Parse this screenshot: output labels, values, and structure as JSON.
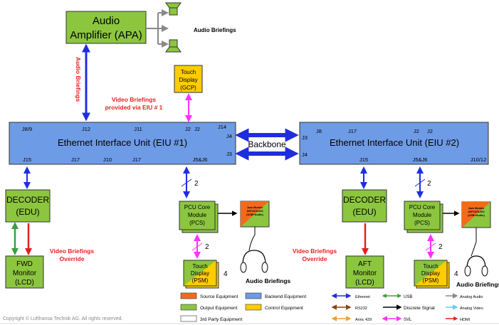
{
  "colors": {
    "source": "#f26b1d",
    "backend": "#6e9be6",
    "output": "#8cc63f",
    "control": "#ffcc00",
    "ethernet": "#1f2de0",
    "usb": "#3aa03a",
    "rs232": "#8b4513",
    "discrete": "#000000",
    "arinc": "#f0a030",
    "svl": "#ff33ff",
    "analog_audio": "#888888",
    "analog_video": "#66ccee",
    "hdmi": "#e02020",
    "annotation_red": "#e8211d"
  },
  "apa": {
    "line1": "Audio",
    "line2": "Amplifier (APA)"
  },
  "audio_briefings_top": "Audio Briefings",
  "audio_briefings_vertical": "Audio Briefings",
  "gcp": {
    "line1": "Touch",
    "line2": "Display",
    "line3": "(GCP)"
  },
  "video_via_eiu": {
    "line1": "Video Briefings",
    "line2": "provided via EIU # 1"
  },
  "eiu1": {
    "title": "Ethernet Interface Unit (EIU #1)",
    "top_ports": [
      "J8/9",
      "J12",
      "J11",
      "J2",
      "J2",
      "J14"
    ],
    "side_ports": [
      "J4",
      "J3"
    ],
    "bottom_ports": [
      "J15",
      "J17",
      "J10",
      "J17",
      "J5&J6"
    ]
  },
  "backbone": "Backbone",
  "eiu2": {
    "title": "Ethernet Interface Unit (EIU #2)",
    "top_ports": [
      "J8",
      "J17",
      "J2",
      "J2"
    ],
    "side_ports": [
      "J3",
      "J4"
    ],
    "bottom_ports": [
      "J15",
      "J5&J6",
      "J10/12"
    ]
  },
  "decoder1": {
    "line1": "DECODER",
    "line2": "(EDU)"
  },
  "decoder2": {
    "line1": "DECODER",
    "line2": "(EDU)"
  },
  "fwd_monitor": {
    "line1": "FWD",
    "line2": "Monitor",
    "line3": "(LCD)"
  },
  "aft_monitor": {
    "line1": "AFT",
    "line2": "Monitor",
    "line3": "(LCD)"
  },
  "video_override_left": {
    "line1": "Video Briefings",
    "line2": "Override"
  },
  "video_override_right": {
    "line1": "Video Briefings",
    "line2": "Override"
  },
  "pcu1": {
    "line1": "PCU Core",
    "line2": "Module",
    "line3": "(PCS)"
  },
  "pcu2": {
    "line1": "PCU Core",
    "line2": "Module",
    "line3": "(PCS)"
  },
  "jack1": {
    "line1": "Jack Module",
    "line2": "A0F1878-002",
    "line3": "(USB+Audio)"
  },
  "jack2": {
    "line1": "Jack Module",
    "line2": "A0F1878-002",
    "line3": "(USB+Audio)"
  },
  "psm1": {
    "line1": "Touch",
    "line2": "Display",
    "line3": "(PSM)",
    "count": "4"
  },
  "psm2": {
    "line1": "Touch",
    "line2": "Display",
    "line3": "(PSM)",
    "count": "4"
  },
  "bus_count": "2",
  "audio_briefings_left": "Audio Briefings",
  "audio_briefings_right": "Audio Briefings",
  "legend": {
    "source": "Source Equipment",
    "backend": "Backend Equipment",
    "output": "Output Equipment",
    "control": "Control Equipment",
    "third_party": "3rd Party Equipment",
    "ethernet": "Ethernet",
    "usb": "USB",
    "analog_audio": "Analog Audio",
    "rs232": "RS232",
    "discrete": "Discrete Signal",
    "analog_video": "Analog Video",
    "arinc": "Arinc 429",
    "svl": "SVL",
    "hdmi": "HDMI"
  },
  "copyright": "Copyright © Lufthansa Technik AG. All rights reserved."
}
